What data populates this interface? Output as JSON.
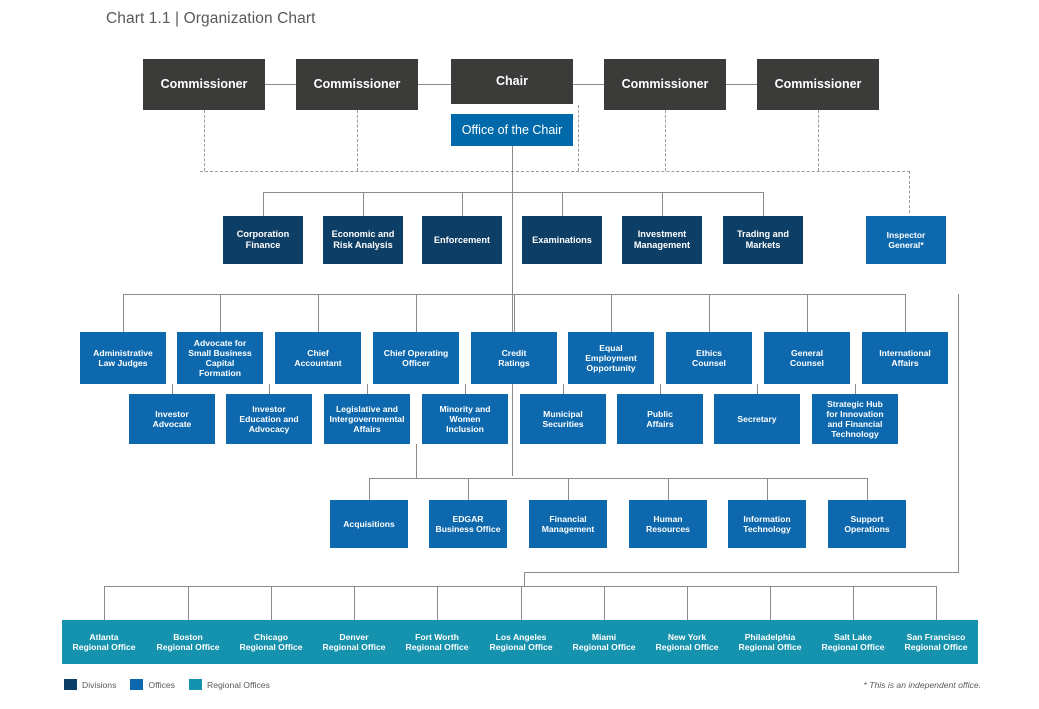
{
  "title": "Chart 1.1 | Organization Chart",
  "colors": {
    "divisions": "#0d3e66",
    "offices": "#0d68ad",
    "regional_offices": "#1592ad",
    "commissioners": "#3b3b3a",
    "office_of_chair": "#0069aa",
    "connector": "#8b8c8e",
    "text": "#58595b"
  },
  "top_row": [
    {
      "label": "Commissioner",
      "type": "commissioner"
    },
    {
      "label": "Commissioner",
      "type": "commissioner"
    },
    {
      "label": "Chair",
      "type": "chair"
    },
    {
      "label": "Commissioner",
      "type": "commissioner"
    },
    {
      "label": "Commissioner",
      "type": "commissioner"
    }
  ],
  "office_of_the_chair": {
    "label": "Office of the Chair"
  },
  "divisions": [
    {
      "label": "Corporation\nFinance"
    },
    {
      "label": "Economic and\nRisk Analysis"
    },
    {
      "label": "Enforcement"
    },
    {
      "label": "Examinations"
    },
    {
      "label": "Investment\nManagement"
    },
    {
      "label": "Trading and\nMarkets"
    }
  ],
  "independent_office": {
    "label": "Inspector\nGeneral*"
  },
  "offices_row_1": [
    {
      "label": "Administrative\nLaw Judges"
    },
    {
      "label": "Advocate for\nSmall Business\nCapital\nFormation"
    },
    {
      "label": "Chief\nAccountant"
    },
    {
      "label": "Chief Operating\nOfficer"
    },
    {
      "label": "Credit\nRatings"
    },
    {
      "label": "Equal\nEmployment\nOpportunity"
    },
    {
      "label": "Ethics\nCounsel"
    },
    {
      "label": "General\nCounsel"
    },
    {
      "label": "International\nAffairs"
    }
  ],
  "offices_row_2": [
    {
      "label": "Investor\nAdvocate"
    },
    {
      "label": "Investor\nEducation and\nAdvocacy"
    },
    {
      "label": "Legislative and\nIntergovernmental\nAffairs"
    },
    {
      "label": "Minority and\nWomen\nInclusion"
    },
    {
      "label": "Municipal\nSecurities"
    },
    {
      "label": "Public\nAffairs"
    },
    {
      "label": "Secretary"
    },
    {
      "label": "Strategic Hub\nfor Innovation\nand Financial\nTechnology"
    }
  ],
  "offices_row_3": [
    {
      "label": "Acquisitions"
    },
    {
      "label": "EDGAR\nBusiness Office"
    },
    {
      "label": "Financial\nManagement"
    },
    {
      "label": "Human\nResources"
    },
    {
      "label": "Information\nTechnology"
    },
    {
      "label": "Support\nOperations"
    }
  ],
  "regional_offices": [
    {
      "label": "Atlanta\nRegional Office"
    },
    {
      "label": "Boston\nRegional Office"
    },
    {
      "label": "Chicago\nRegional Office"
    },
    {
      "label": "Denver\nRegional Office"
    },
    {
      "label": "Fort Worth\nRegional Office"
    },
    {
      "label": "Los Angeles\nRegional Office"
    },
    {
      "label": "Miami\nRegional Office"
    },
    {
      "label": "New York\nRegional Office"
    },
    {
      "label": "Philadelphia\nRegional Office"
    },
    {
      "label": "Salt Lake\nRegional Office"
    },
    {
      "label": "San Francisco\nRegional Office"
    }
  ],
  "legend": [
    {
      "label": "Divisions",
      "color": "#0d3e66"
    },
    {
      "label": "Offices",
      "color": "#0d68ad"
    },
    {
      "label": "Regional Offices",
      "color": "#1592ad"
    }
  ],
  "footnote": "* This is an independent office."
}
